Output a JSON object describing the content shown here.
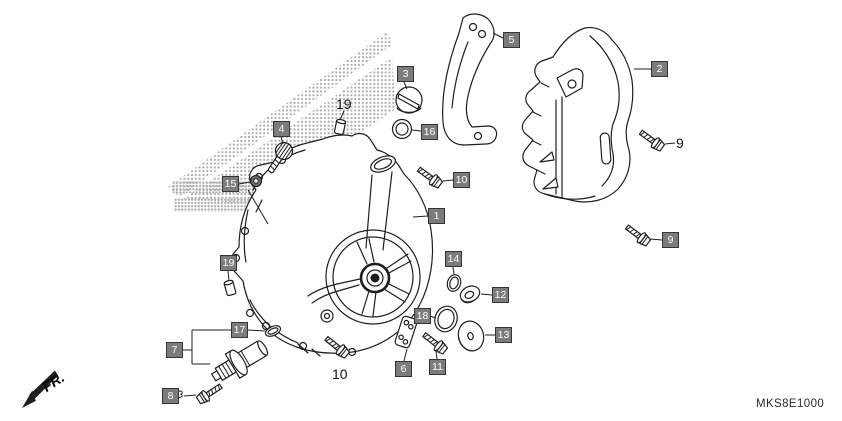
{
  "page": {
    "diagram_code": "MKS8E1000",
    "direction_label": "FR."
  },
  "colors": {
    "callout_background": "#7c7c7c",
    "callout_border": "#353535",
    "callout_text": "#ffffff",
    "line_art": "#1f1f1f",
    "watermark_dot": "#aeaeae",
    "background": "#ffffff"
  },
  "callouts": [
    {
      "label": "1",
      "style": "boxed"
    },
    {
      "label": "2",
      "style": "boxed"
    },
    {
      "label": "3",
      "style": "boxed"
    },
    {
      "label": "4",
      "style": "boxed"
    },
    {
      "label": "5",
      "style": "boxed"
    },
    {
      "label": "6",
      "style": "boxed"
    },
    {
      "label": "7",
      "style": "boxed"
    },
    {
      "label": "8",
      "style": "boxed"
    },
    {
      "label": "9",
      "style": "plain"
    },
    {
      "label": "9",
      "style": "boxed"
    },
    {
      "label": "10",
      "style": "boxed"
    },
    {
      "label": "10",
      "style": "plain"
    },
    {
      "label": "11",
      "style": "boxed"
    },
    {
      "label": "12",
      "style": "boxed"
    },
    {
      "label": "13",
      "style": "boxed"
    },
    {
      "label": "14",
      "style": "boxed"
    },
    {
      "label": "15",
      "style": "boxed"
    },
    {
      "label": "16",
      "style": "boxed"
    },
    {
      "label": "17",
      "style": "boxed"
    },
    {
      "label": "18",
      "style": "boxed"
    },
    {
      "label": "19",
      "style": "plain"
    },
    {
      "label": "19",
      "style": "boxed"
    }
  ]
}
